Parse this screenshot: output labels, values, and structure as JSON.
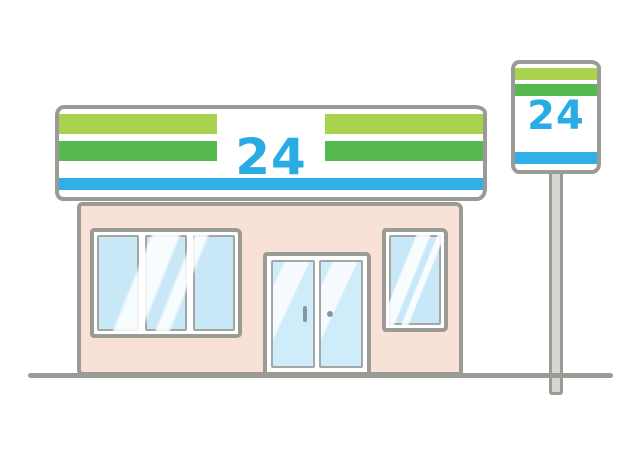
{
  "illustration": {
    "subject": "24-hour convenience store",
    "store_sign": {
      "text": "24"
    },
    "pole_sign": {
      "text": "24"
    }
  },
  "colors": {
    "stripe_light_green": "#a9d24f",
    "stripe_green": "#55b94d",
    "stripe_blue": "#2fb0e6",
    "sign_text_blue": "#29ace4",
    "facade_peach": "#f8e1d6",
    "window_blue": "#c8e8f8",
    "outline_gray": "#9b9b95",
    "pole_gray": "#d6d6d2"
  }
}
